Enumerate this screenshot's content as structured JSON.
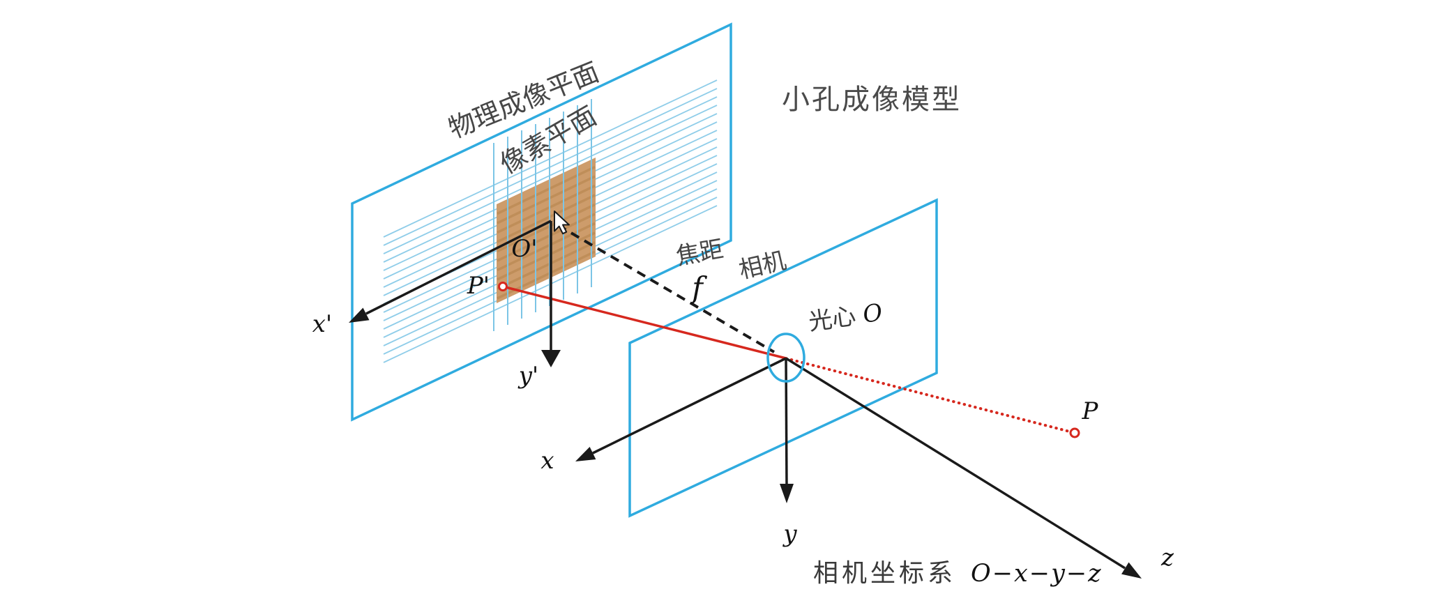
{
  "title": "小孔成像模型",
  "planes": {
    "physical_label": "物理成像平面",
    "pixel_label": "像素平面",
    "camera_label": "相机"
  },
  "optics": {
    "focal_label": "焦距",
    "focal_symbol": "f",
    "optical_center_label": "光心",
    "optical_center_symbol": "O"
  },
  "points": {
    "image_origin": "O'",
    "image_point": "P'",
    "world_point": "P"
  },
  "axes": {
    "image_x": "x'",
    "image_y": "y'",
    "camera_x": "x",
    "camera_y": "y",
    "camera_z": "z"
  },
  "coordinate_system": {
    "label": "相机坐标系",
    "symbols": "O−x−y−z"
  },
  "colors": {
    "plane_cyan": "#2fabdf",
    "grid_cyan": "#8fcde9",
    "sensor_tan": "#cd9c6b",
    "sensor_row_tan": "#bf8e59",
    "ray_red": "#d6281e",
    "ink_black": "#1a1a1a",
    "label_gray": "#474747",
    "background": "#ffffff"
  }
}
